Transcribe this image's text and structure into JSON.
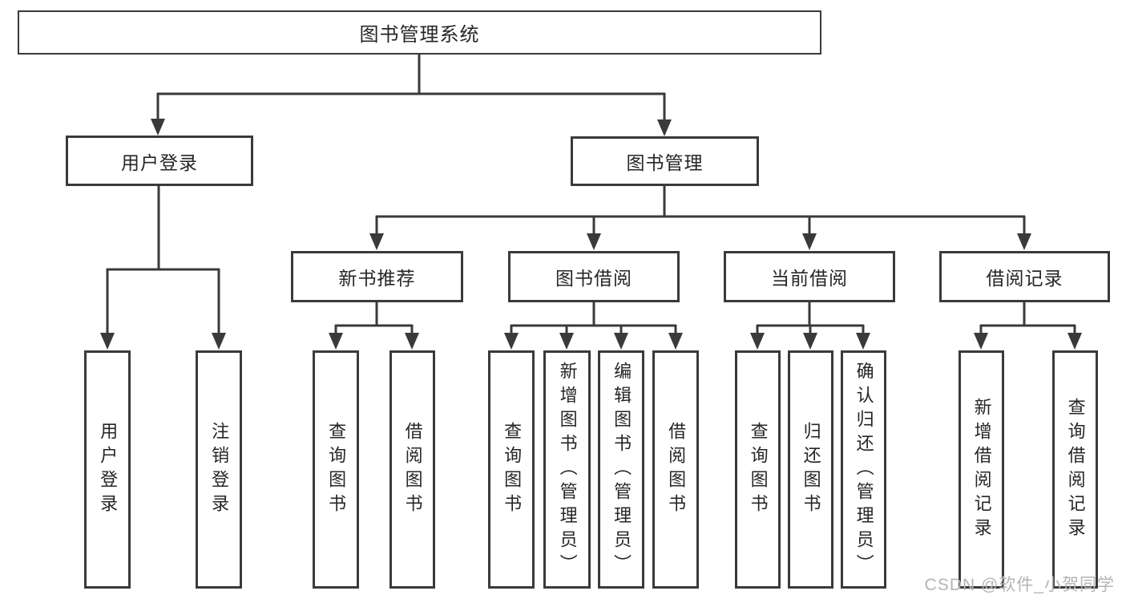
{
  "tree": {
    "root": "图书管理系统",
    "user_login": {
      "label": "用户登录",
      "children": [
        "用户登录",
        "注销登录"
      ]
    },
    "book_mgmt": {
      "label": "图书管理",
      "sections": {
        "new_book": {
          "label": "新书推荐",
          "children": [
            "查询图书",
            "借阅图书"
          ]
        },
        "borrow": {
          "label": "图书借阅",
          "children": [
            "查询图书",
            "新增图书（管理员）",
            "编辑图书（管理员）",
            "借阅图书"
          ]
        },
        "current": {
          "label": "当前借阅",
          "children": [
            "查询图书",
            "归还图书",
            "确认归还（管理员）"
          ]
        },
        "records": {
          "label": "借阅记录",
          "children": [
            "新增借阅记录",
            "查询借阅记录"
          ]
        }
      }
    }
  },
  "watermark": "CSDN @软件_小贺同学",
  "colors": {
    "line": "#3a3a3a",
    "box_border": "#3a3a3a",
    "text": "#262626",
    "watermark": "#b4b4b4",
    "background": "#ffffff"
  }
}
